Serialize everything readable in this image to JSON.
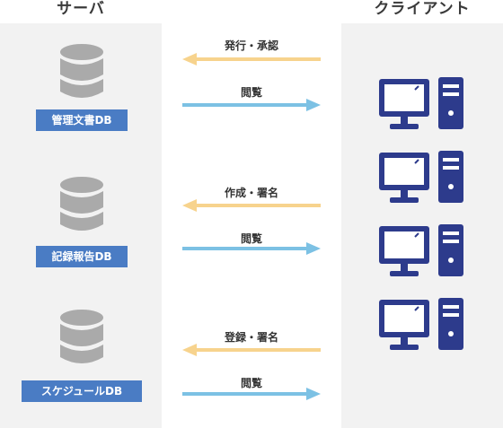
{
  "headers": {
    "server": "サーバ",
    "client": "クライアント"
  },
  "databases": [
    {
      "label": "管理文書DB"
    },
    {
      "label": "記録報告DB"
    },
    {
      "label": "スケジュールDB"
    }
  ],
  "flows": [
    {
      "to_server": "発行・承認",
      "to_client": "閲覧"
    },
    {
      "to_server": "作成・署名",
      "to_client": "閲覧"
    },
    {
      "to_server": "登録・署名",
      "to_client": "閲覧"
    }
  ],
  "clients": [
    {
      "icon": "desktop-computer-icon"
    },
    {
      "icon": "desktop-computer-icon"
    },
    {
      "icon": "desktop-computer-icon"
    },
    {
      "icon": "desktop-computer-icon"
    }
  ],
  "colors": {
    "db_label_bg": "#4a7cc4",
    "db_icon": "#aaaaaa",
    "pc_icon": "#2d3b8c",
    "arrow_to_server": "#f7d38d",
    "arrow_to_client": "#7cc1e4",
    "panel_bg": "#f2f2f2"
  }
}
